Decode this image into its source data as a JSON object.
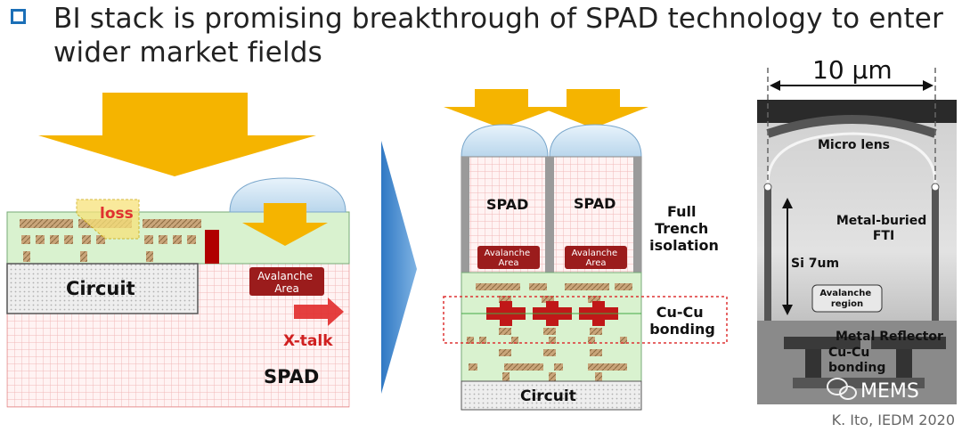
{
  "heading": {
    "text": "BI stack is promising breakthrough of SPAD technology to enter wider market fields",
    "bullet_color": "#1b6fb7"
  },
  "left_panel": {
    "loss": "loss",
    "circuit": "Circuit",
    "avalanche_area": "Avalanche Area",
    "xtalk": "X-talk",
    "spad": "SPAD"
  },
  "middle_panel": {
    "spad_left": "SPAD",
    "spad_right": "SPAD",
    "avalanche_area_left": "Avalanche Area",
    "avalanche_area_right": "Avalanche Area",
    "full_trench_isolation": "Full Trench isolation",
    "cu_cu_bonding": "Cu-Cu bonding",
    "circuit": "Circuit"
  },
  "sem_panel": {
    "scale": "10 μm",
    "micro_lens": "Micro lens",
    "metal_buried_fti": "Metal-buried FTI",
    "si_thickness": "Si 7um",
    "avalanche_region": "Avalanche region",
    "metal_reflector": "Metal Reflector",
    "cu_cu_bonding": "Cu-Cu bonding",
    "watermark": "MEMS"
  },
  "citation": "K. Ito, IEDM 2020",
  "colors": {
    "arrow_yellow": "#f5b400",
    "chevron_blue": "#3a86d0",
    "oxide_green": "#d9f2cf",
    "avalanche_red": "#9b1c1c",
    "xtalk_red": "#e12b2b"
  }
}
